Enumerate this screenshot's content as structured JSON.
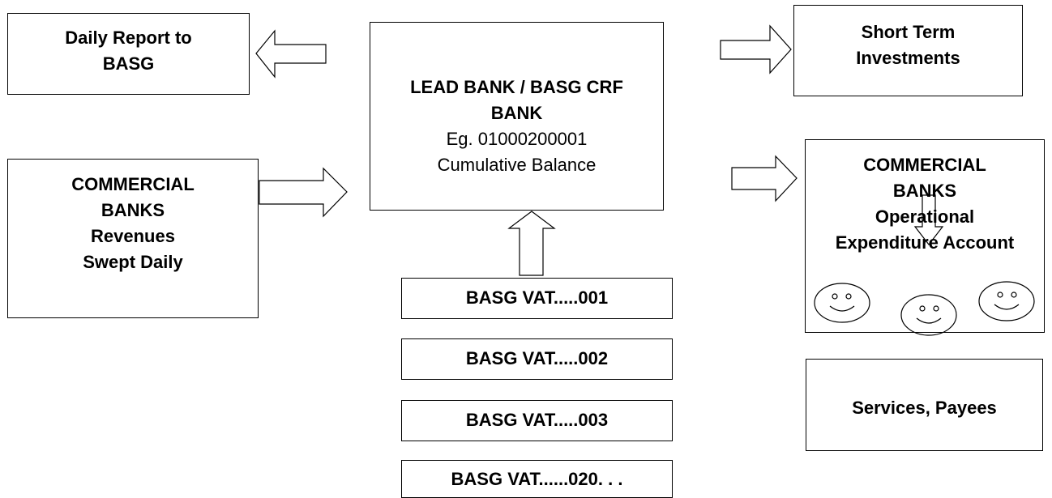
{
  "daily_report": {
    "line1": "Daily Report to",
    "line2": "BASG"
  },
  "lead_bank": {
    "line1": "LEAD BANK / BASG CRF",
    "line2": "BANK",
    "line3": "Eg. 01000200001",
    "line4": "Cumulative Balance"
  },
  "short_term": {
    "line1": "Short Term",
    "line2": "Investments"
  },
  "commercial_revenue": {
    "line1": "COMMERCIAL",
    "line2": "BANKS",
    "line3": "Revenues",
    "line4": "Swept Daily"
  },
  "commercial_operational": {
    "line1": "COMMERCIAL",
    "line2": "BANKS",
    "line3": "Operational",
    "line4": "Expenditure Account"
  },
  "vat_accounts": [
    "BASG VAT.....001",
    "BASG VAT.....002",
    "BASG VAT.....003",
    "BASG VAT......020. . ."
  ],
  "services": {
    "label": "Services, Payees"
  }
}
